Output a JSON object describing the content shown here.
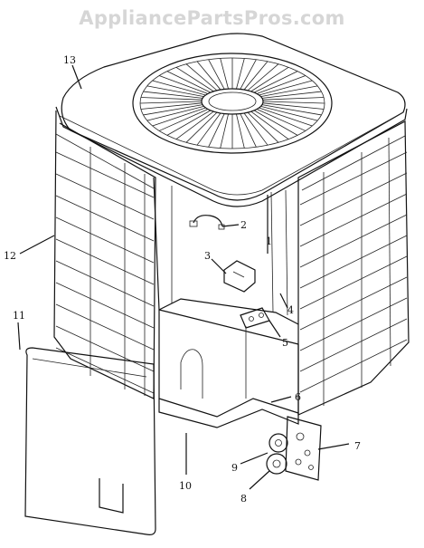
{
  "watermark": "AppliancePartsPros.com",
  "callouts": [
    {
      "id": "13",
      "text": "13"
    },
    {
      "id": "2",
      "text": "2"
    },
    {
      "id": "1",
      "text": "1"
    },
    {
      "id": "3",
      "text": "3"
    },
    {
      "id": "12",
      "text": "12"
    },
    {
      "id": "4",
      "text": "4"
    },
    {
      "id": "11",
      "text": "11"
    },
    {
      "id": "5",
      "text": "5"
    },
    {
      "id": "6",
      "text": "6"
    },
    {
      "id": "7",
      "text": "7"
    },
    {
      "id": "9",
      "text": "9"
    },
    {
      "id": "8",
      "text": "8"
    },
    {
      "id": "10",
      "text": "10"
    }
  ]
}
